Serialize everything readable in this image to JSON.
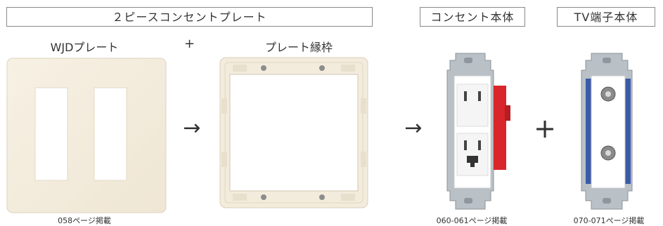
{
  "header": {
    "two_piece_title": "２ピースコンセントプレート",
    "outlet_body_title": "コンセント本体",
    "tv_terminal_title": "TV端子本体"
  },
  "sublabels": {
    "wjd_plate": "WJDプレート",
    "plus_mid": "+",
    "plate_frame": "プレート縁枠"
  },
  "operators": {
    "arrow1": "→",
    "arrow2": "→",
    "plus_big": "+"
  },
  "captions": {
    "plate_page": "058ページ掲載",
    "outlet_page": "060-061ページ掲載",
    "tv_page": "070-071ページ掲載"
  }
}
